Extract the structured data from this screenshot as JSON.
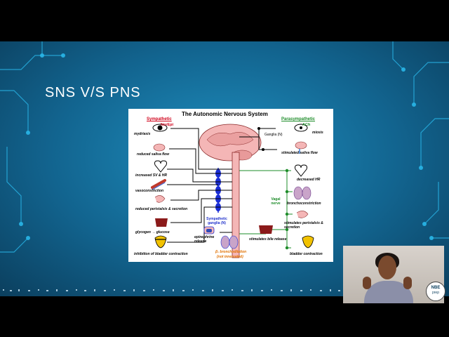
{
  "slide": {
    "title": "SNS V/S PNS",
    "colors": {
      "background": "#12648f",
      "circuit": "#29b6e8"
    }
  },
  "diagram": {
    "title": "The Autonomic Nervous System",
    "sympathetic": {
      "label": "Sympathetic",
      "transmitter": "NorEpi",
      "color": "#d0021b"
    },
    "parasympathetic": {
      "label": "Parasympathetic",
      "transmitter": "ACh",
      "color": "#1e8c2a"
    },
    "ganglia_label": "Ganglia (N)",
    "sympathetic_ganglia_label": "Sympathetic ganglia (N)",
    "vagal_nerve_label": "Vagal nerve",
    "sympathetic_effects": [
      "mydriasis",
      "reduced saliva flow",
      "increased SV & HR",
      "vasoconstriction",
      "reduced peristalsis & secretion",
      "glycogen → glucose",
      "inhibition of bladder contraction"
    ],
    "epinephrine_label": "epinephrine release",
    "bronchodilation_label": "β₂ bronchodilation",
    "bronchodilation_note": "(not innervated)",
    "parasympathetic_effects": [
      "miosis",
      "stimulated saliva flow",
      "decreased HR",
      "bronchoconstriction",
      "stimulates peristalsis & secretion",
      "stimulates bile release",
      "bladder contraction"
    ]
  },
  "webcam": {
    "logo_text": "NBE",
    "logo_sub": "prep"
  }
}
